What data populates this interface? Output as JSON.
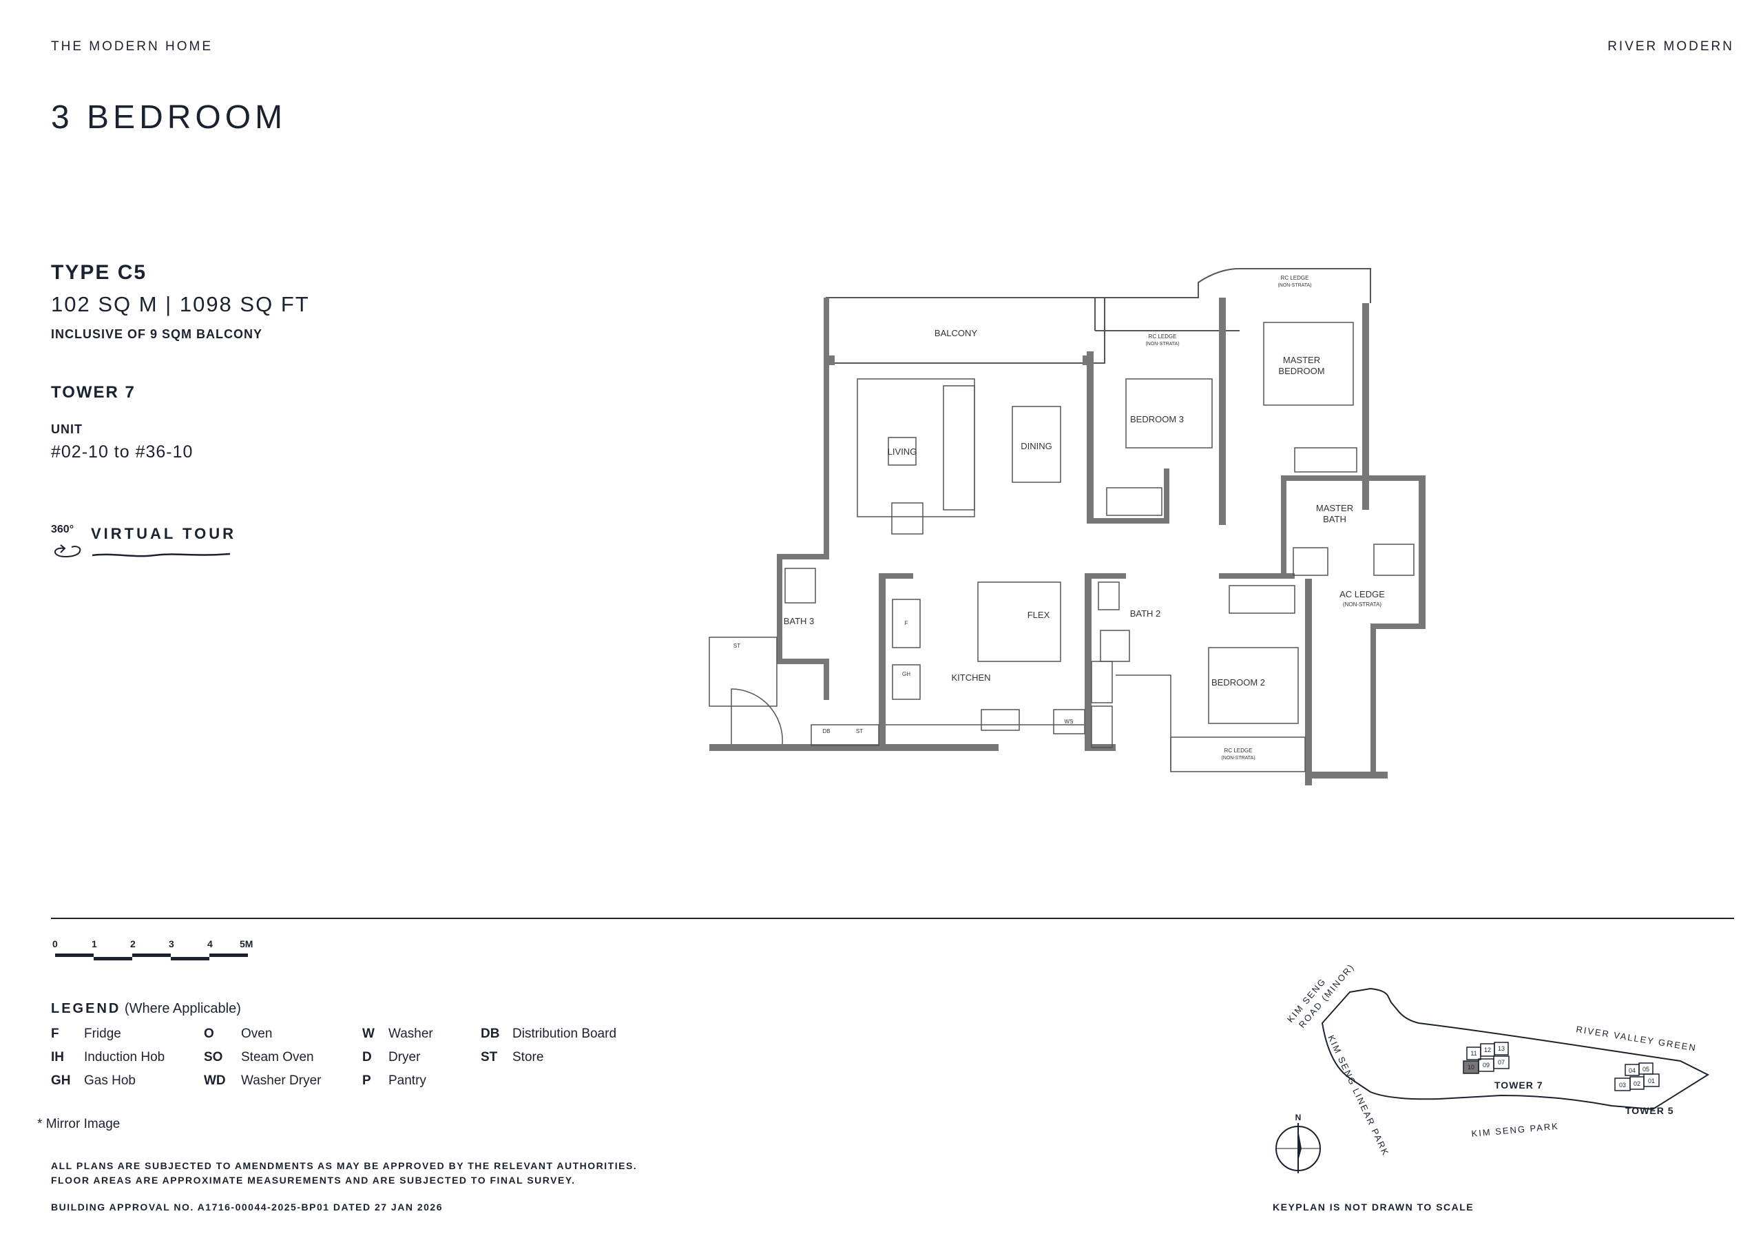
{
  "header": {
    "brand_left": "THE MODERN HOME",
    "brand_right": "RIVER MODERN",
    "title": "3 BEDROOM"
  },
  "unit_info": {
    "type": "TYPE C5",
    "area": "102 SQ M | 1098 SQ FT",
    "balcony_note": "INCLUSIVE OF 9 SQM BALCONY",
    "tower": "TOWER 7",
    "unit_label": "UNIT",
    "unit_range": "#02-10 to #36-10"
  },
  "virtual_tour": {
    "prefix": "360°",
    "label": "VIRTUAL TOUR"
  },
  "floor_plan": {
    "rooms": {
      "balcony": "BALCONY",
      "living": "LIVING",
      "dining": "DINING",
      "bedroom3": "BEDROOM 3",
      "master_bedroom_1": "MASTER",
      "master_bedroom_2": "BEDROOM",
      "master_bath_1": "MASTER",
      "master_bath_2": "BATH",
      "bath3": "BATH 3",
      "flex": "FLEX",
      "kitchen": "KITCHEN",
      "bath2": "BATH 2",
      "bedroom2": "BEDROOM 2",
      "ac_ledge": "AC LEDGE",
      "ac_ledge_sub": "(NON-STRATA)",
      "rc_ledge": "RC LEDGE",
      "rc_ledge_sub": "(NON-STRATA)",
      "st": "ST",
      "db": "DB",
      "f": "F",
      "ws": "WS",
      "gh": "GH"
    }
  },
  "scale_bar": {
    "labels": [
      "0",
      "1",
      "2",
      "3",
      "4",
      "5M"
    ]
  },
  "legend": {
    "title": "LEGEND",
    "subtitle": "(Where Applicable)",
    "columns": [
      [
        {
          "code": "F",
          "label": "Fridge"
        },
        {
          "code": "IH",
          "label": "Induction Hob"
        },
        {
          "code": "GH",
          "label": "Gas Hob"
        }
      ],
      [
        {
          "code": "O",
          "label": "Oven"
        },
        {
          "code": "SO",
          "label": "Steam Oven"
        },
        {
          "code": "WD",
          "label": "Washer Dryer"
        }
      ],
      [
        {
          "code": "W",
          "label": "Washer"
        },
        {
          "code": "D",
          "label": "Dryer"
        },
        {
          "code": "P",
          "label": "Pantry"
        }
      ],
      [
        {
          "code": "DB",
          "label": "Distribution Board"
        },
        {
          "code": "ST",
          "label": "Store"
        }
      ]
    ],
    "mirror_star": "*",
    "mirror_label": "Mirror Image"
  },
  "disclaimer": {
    "line1": "ALL PLANS ARE SUBJECTED TO AMENDMENTS AS MAY BE APPROVED BY THE RELEVANT AUTHORITIES.",
    "line2": "FLOOR AREAS ARE APPROXIMATE MEASUREMENTS AND ARE SUBJECTED TO FINAL SURVEY.",
    "approval": "BUILDING APPROVAL NO. A1716-00044-2025-BP01 DATED 27 JAN 2026"
  },
  "keyplan": {
    "road_minor_1": "KIM SENG",
    "road_minor_2": "ROAD (MINOR)",
    "river_valley": "RIVER VALLEY GREEN",
    "linear_park": "KIM SENG LINEAR PARK",
    "kim_seng_park": "KIM SENG PARK",
    "tower7": "TOWER 7",
    "tower5": "TOWER 5",
    "north": "N",
    "note": "KEYPLAN IS NOT DRAWN TO SCALE",
    "t7_units": [
      "11",
      "12",
      "13",
      "10",
      "09",
      "07"
    ],
    "t5_units": [
      "04",
      "05",
      "03",
      "02",
      "01"
    ]
  }
}
